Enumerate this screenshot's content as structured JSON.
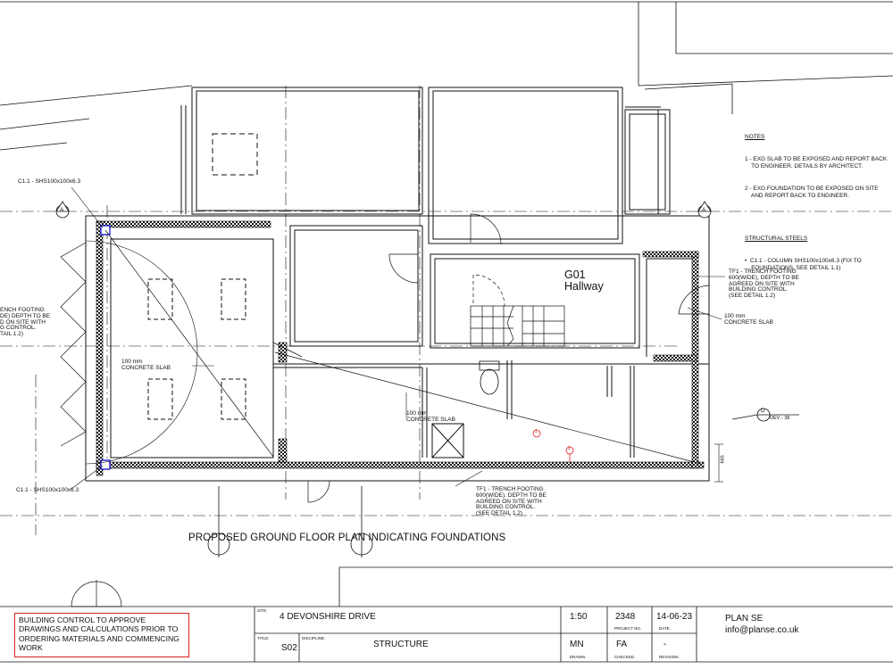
{
  "drawing": {
    "title": "PROPOSED GROUND FLOOR PLAN INDICATING FOUNDATIONS",
    "room": {
      "code": "G01",
      "name": "Hallway"
    }
  },
  "section_markers": {
    "a": "A",
    "d": "D"
  },
  "elevation_tag": "DEV - 38",
  "labels": {
    "column_top": "C1.1 - SHS100x100x6.3",
    "column_bottom": "C1.1 - SHS100x100x6.3",
    "trench_left": "ENCH FOOTING\nDE) DEPTH TO BE\nD ON SITE WITH\nG CONTROL.\nTAIL 1.2)",
    "slab_left": "100 mm\nCONCRETE SLAB",
    "slab_mid": "100 mm\nCONCRETE SLAB",
    "slab_right": "100 mm\nCONCRETE SLAB",
    "trench_right": "TF1 - TRENCH FOOTING\n600(WIDE), DEPTH TO BE\nAGREED ON SITE WITH\nBUILDING CONTROL.\n(SEE DETAIL 1.2)",
    "trench_bottom": "TF1 - TRENCH FOOTING\n600(WIDE). DEPTH TO BE\nAGREED ON SITE WITH\nBUILDING CONTROL.\n(SEE DETAIL 1.2)",
    "dim_665": "665",
    "marker_1": "1",
    "marker_2": "2"
  },
  "notes": {
    "heading": "NOTES",
    "items": [
      "1 - EXG SLAB TO BE EXPOSED AND REPORT BACK\n    TO ENGINEER. DETAILS BY ARCHITECT.",
      "2 - EXG FOUNDATION TO BE EXPOSED ON SITE\n    AND REPORT BACK TO ENGINEER."
    ],
    "steels_heading": "STRUCTURAL STEELS",
    "steels_items": [
      "•  C1.1 - COLUMN SHS100x100x6.3 (FIX TO\n    FOUNDATIONS, SEE DETAIL 1.1)"
    ]
  },
  "title_block": {
    "warning": "BUILDING CONTROL TO APPROVE\nDRAWINGS AND CALCULATIONS PRIOR TO\nORDERING MATERIALS AND COMMENCING\nWORK",
    "site_label": "SITE:",
    "site": "4 DEVONSHIRE DRIVE",
    "title_label": "TITLE:",
    "title": "S02",
    "discipline_label": "DISCIPLINE:",
    "discipline": "STRUCTURE",
    "scale": "1:50",
    "project_no_label": "PROJECT NO.",
    "project_no": "2348",
    "date_label": "DATE.",
    "date": "14-06-23",
    "drawn_label": "DRAWN.",
    "drawn": "MN",
    "checked_label": "CHECKED.",
    "checked": "FA",
    "revision_label": "REVISION.",
    "revision": "-",
    "company": "PLAN SE",
    "email": "info@planse.co.uk"
  }
}
